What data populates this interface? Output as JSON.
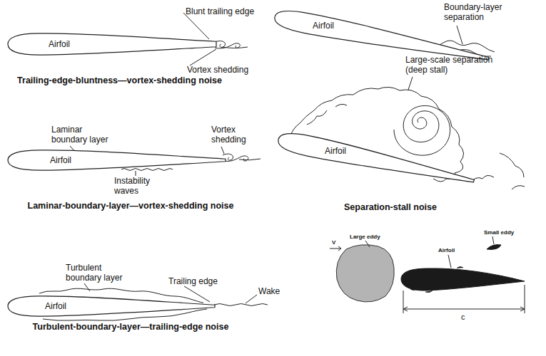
{
  "diagram": {
    "nodes": [
      {
        "text": [
          "Airfoil"
        ]
      },
      {
        "text": [
          "Airfoil"
        ]
      },
      {
        "text": [
          "Airfoil"
        ]
      },
      {
        "text": [
          "Airfoil"
        ]
      },
      {
        "text": [
          "Airfoil"
        ]
      }
    ],
    "labels": [
      "Blunt trailing edge",
      "Vortex shedding",
      "Trailing-edge-bluntness—vortex-shedding noise",
      "Boundary-layer separation",
      "Large-scale separation (deep stall)",
      "Laminar boundary layer",
      "Vortex shedding",
      "Instability waves",
      "Laminar-boundary-layer—vortex-shedding noise",
      "Separation-stall noise",
      "Turbulent boundary layer",
      "Trailing edge",
      "Wake",
      "Turbulent-boundary-layer—trailing-edge noise",
      "Large eddy",
      "V",
      "Airfoil",
      "Small eddy",
      "c"
    ]
  }
}
